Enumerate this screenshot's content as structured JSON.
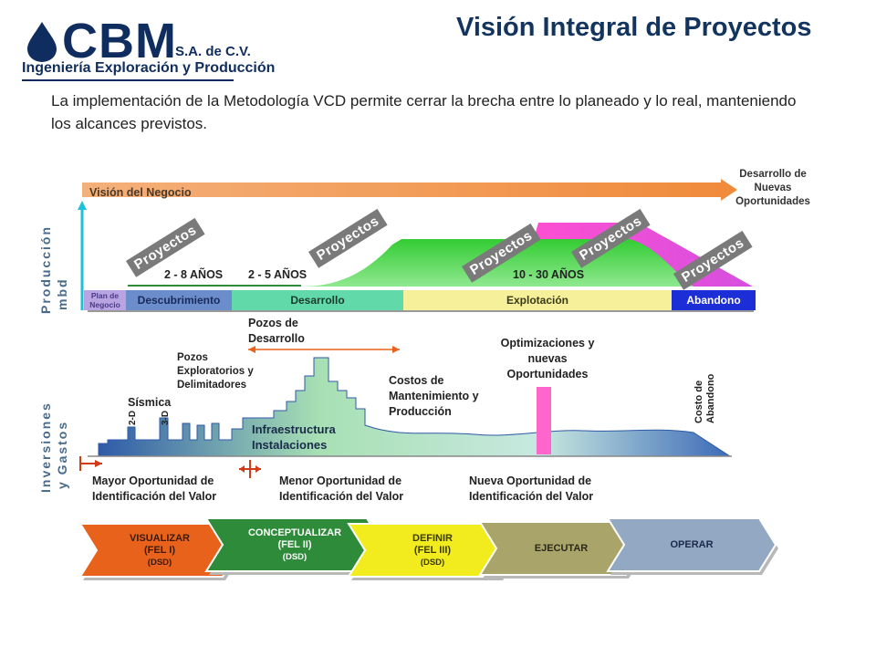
{
  "header": {
    "logo_name": "CBM",
    "logo_suffix": "S.A. de C.V.",
    "logo_subtitle": "Ingeniería Exploración y Producción",
    "title": "Visión Integral de Proyectos"
  },
  "intro": "La implementación de la Metodología VCD permite cerrar la brecha entre lo planeado y lo real, manteniendo los alcances previstos.",
  "production": {
    "arrow_label": "Visión del Negocio",
    "future_label": "Desarrollo de Nuevas Oportunidades",
    "axis_label_1": "Producción",
    "axis_label_2": "mbd",
    "durations": [
      "2 - 8 AÑOS",
      "2 - 5 AÑOS",
      "10 - 30 AÑOS"
    ],
    "phases": [
      "Plan de Negocio",
      "Descubrimiento",
      "Desarrollo",
      "Explotación",
      "Abandono"
    ],
    "projects_label": "Proyectos"
  },
  "investment": {
    "axis_label_1": "Inversiones",
    "axis_label_2": "y Gastos",
    "sismica": "Sísmica",
    "sismica_2d": "2-D",
    "sismica_3d": "3-D",
    "pozos_exploratorios": "Pozos Exploratorios y Delimitadores",
    "pozos_desarrollo": "Pozos de Desarrollo",
    "infraestructura": "Infraestructura Instalaciones",
    "costos": "Costos de Mantenimiento y Producción",
    "optimizaciones": "Optimizaciones y nuevas Oportunidades",
    "costo_abandono": "Costo de Abandono",
    "mayor": "Mayor Oportunidad de Identificación del Valor",
    "menor": "Menor Oportunidad de Identificación del Valor",
    "nueva": "Nueva Oportunidad de Identificación del Valor"
  },
  "stages": [
    {
      "name": "VISUALIZAR",
      "sub": "(FEL I)",
      "note": "(DSD)",
      "color": "#e8621c"
    },
    {
      "name": "CONCEPTUALIZAR",
      "sub": "(FEL II)",
      "note": "(DSD)",
      "color": "#2e8b3a"
    },
    {
      "name": "DEFINIR",
      "sub": "(FEL III)",
      "note": "(DSD)",
      "color": "#f2ec1f"
    },
    {
      "name": "EJECUTAR",
      "sub": "",
      "note": "",
      "color": "#a9a46a"
    },
    {
      "name": "OPERAR",
      "sub": "",
      "note": "",
      "color": "#93a8c2"
    }
  ]
}
